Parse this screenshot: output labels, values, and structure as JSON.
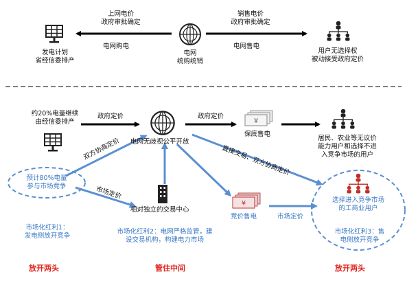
{
  "top": {
    "grid_price_top": "上网电价",
    "grid_price_bottom": "政府审批确定",
    "grid_purchase": "电网购电",
    "gen_plan_1": "发电计划",
    "gen_plan_2": "省经信委排产",
    "grid_1": "电网",
    "grid_2": "统购统销",
    "sale_price_top": "销售电价",
    "sale_price_bottom": "政府审批确定",
    "grid_sale": "电网售电",
    "user_1": "用户无选择权",
    "user_2": "被动接受政府定价"
  },
  "bottom": {
    "gen_20_1": "约20%电量继续",
    "gen_20_2": "由经信委排产",
    "gov_price_left": "政府定价",
    "gov_price_right": "政府定价",
    "grid_open": "电网无歧视公平开放",
    "guarantee_sale": "保底售电",
    "res_1": "居民、农业等无议价",
    "res_2": "能力用户和选择不进",
    "res_3": "入竞争市场的用户",
    "bilateral": "双方协商定价",
    "direct_trade": "直接交易、双方协商定价",
    "gen_80_1": "预计80%电量",
    "gen_80_2": "参与市场竞争",
    "market_price_left": "市场定价",
    "trading_center": "相对独立的交易中心",
    "competitive_sale": "竞价售电",
    "market_price_right": "市场定价",
    "users_enter_1": "选择进入竞争市场",
    "users_enter_2": "的工商业用户",
    "dividend1_1": "市场化红利1：",
    "dividend1_2": "发电侧放开竞争",
    "dividend2_1": "市场化红利2：电网严格监管，建",
    "dividend2_2": "设交易机构，构建电力市场",
    "dividend3_1": "市场化红利3：售",
    "dividend3_2": "电侧放开竞争",
    "open_left": "放开两头",
    "control_middle": "管住中间",
    "open_right": "放开两头"
  },
  "colors": {
    "accent_blue": "#3a78c6",
    "accent_red": "#e0231d",
    "user_red": "#c0302a"
  }
}
